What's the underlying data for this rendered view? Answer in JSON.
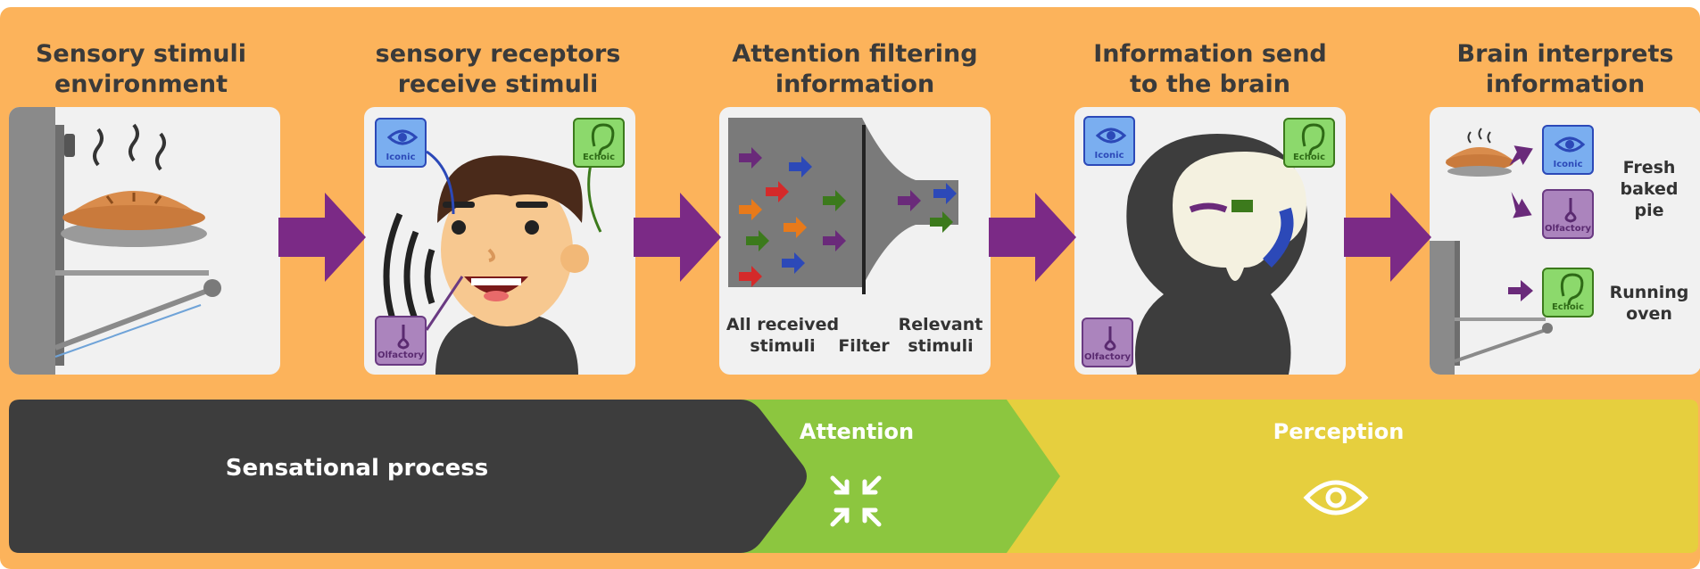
{
  "stages": [
    {
      "title": "Sensory stimuli\nenvironment"
    },
    {
      "title": "sensory receptors\nreceive stimuli"
    },
    {
      "title": "Attention filtering\ninformation"
    },
    {
      "title": "Information send\nto the brain"
    },
    {
      "title": "Brain interprets\ninformation"
    }
  ],
  "receptors": {
    "iconic": "Iconic",
    "echoic": "Echoic",
    "olfactory": "Olfactory"
  },
  "filter": {
    "left_label": "All received\nstimuli",
    "middle_label": "Filter",
    "right_label": "Relevant\nstimuli"
  },
  "interpretation": {
    "result_1": "Fresh\nbaked\npie",
    "result_2": "Running\noven"
  },
  "bands": {
    "sensation": "Sensational process",
    "attention": "Attention",
    "perception": "Perception"
  },
  "colors": {
    "background": "#fcb35b",
    "arrow": "#7b2a86",
    "sensation": "#3d3d3d",
    "attention": "#8cc63f",
    "perception": "#e6cf3e"
  },
  "icons": [
    "eye-icon",
    "ear-icon",
    "nose-icon",
    "compress-icon",
    "eye-outline-icon",
    "right-arrow-icon"
  ]
}
